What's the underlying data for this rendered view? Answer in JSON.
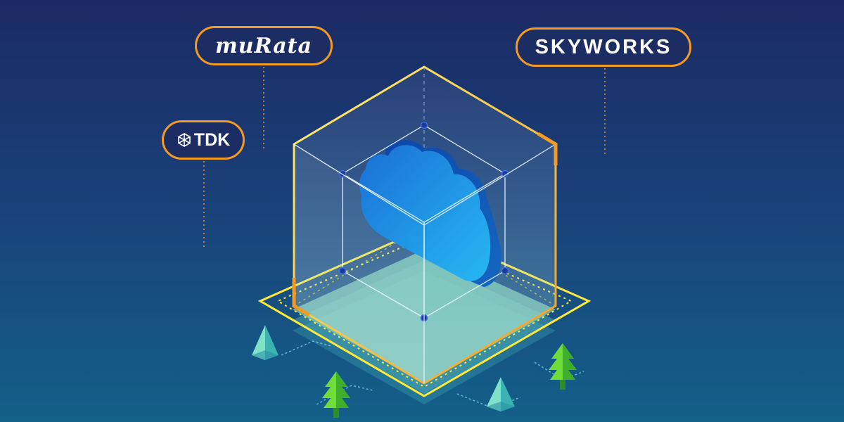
{
  "logos": {
    "murata": "muRata",
    "skyworks": "SKYWORKS",
    "tdk": "TDK"
  },
  "icons": [
    "tdk-logo-icon",
    "cloud-icon",
    "tree-icon",
    "pyramid-icon",
    "cube-icon"
  ],
  "colors": {
    "background_top": "#1b2a63",
    "background_bottom": "#136089",
    "pill_border": "#f39a23",
    "pill_fill": "#1c2d63",
    "cube_edge": "#f7c948",
    "platform_dashed": "#ffe838",
    "cloud": "#1e8be0",
    "tree": "#6fdc3a",
    "pyramid": "#5ad1c1"
  }
}
